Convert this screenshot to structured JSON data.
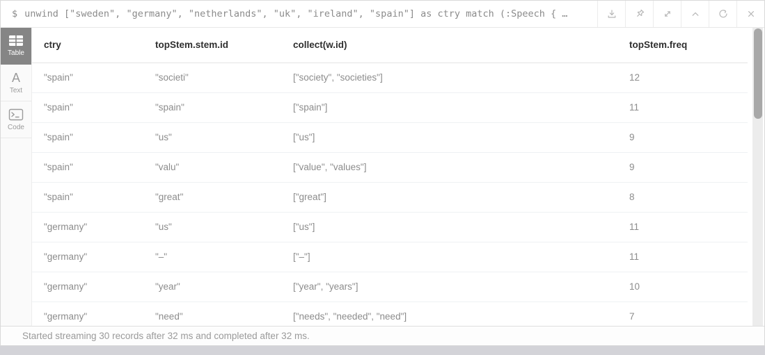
{
  "query_bar": {
    "prompt": "$",
    "query": "unwind [\"sweden\", \"germany\", \"netherlands\", \"uk\", \"ireland\", \"spain\"] as ctry match (:Speech { …",
    "buttons": [
      {
        "icon": "download-icon",
        "action": "Download"
      },
      {
        "icon": "pin-icon",
        "action": "Pin"
      },
      {
        "icon": "expand-icon",
        "action": "Fullscreen"
      },
      {
        "icon": "chevron-up-icon",
        "action": "Collapse"
      },
      {
        "icon": "refresh-icon",
        "action": "Rerun"
      },
      {
        "icon": "close-icon",
        "action": "Close"
      }
    ]
  },
  "sidebar": {
    "tabs": [
      {
        "label": "Table",
        "icon": "table-icon",
        "active": true
      },
      {
        "label": "Text",
        "icon": "text-icon",
        "active": false
      },
      {
        "label": "Code",
        "icon": "code-icon",
        "active": false
      }
    ]
  },
  "table": {
    "columns": [
      "ctry",
      "topStem.stem.id",
      "collect(w.id)",
      "topStem.freq"
    ],
    "rows": [
      [
        "\"spain\"",
        "\"societi\"",
        "[\"society\", \"societies\"]",
        "12"
      ],
      [
        "\"spain\"",
        "\"spain\"",
        "[\"spain\"]",
        "11"
      ],
      [
        "\"spain\"",
        "\"us\"",
        "[\"us\"]",
        "9"
      ],
      [
        "\"spain\"",
        "\"valu\"",
        "[\"value\", \"values\"]",
        "9"
      ],
      [
        "\"spain\"",
        "\"great\"",
        "[\"great\"]",
        "8"
      ],
      [
        "\"germany\"",
        "\"us\"",
        "[\"us\"]",
        "11"
      ],
      [
        "\"germany\"",
        "\"–\"",
        "[\"–\"]",
        "11"
      ],
      [
        "\"germany\"",
        "\"year\"",
        "[\"year\", \"years\"]",
        "10"
      ],
      [
        "\"germany\"",
        "\"need\"",
        "[\"needs\", \"needed\", \"need\"]",
        "7"
      ]
    ]
  },
  "footer": {
    "status": "Started streaming 30 records after 32 ms and completed after 32 ms."
  },
  "colors": {
    "active_tab_bg": "#858585",
    "header_text": "#2f2f2f",
    "cell_text": "#8c8c8c",
    "query_text": "#8b8b8b",
    "icon_gray": "#b7b7b7",
    "scrollbar_thumb": "#a8a8a8",
    "row_divider": "#eef1f3",
    "page_bg": "#d3d3d8"
  }
}
